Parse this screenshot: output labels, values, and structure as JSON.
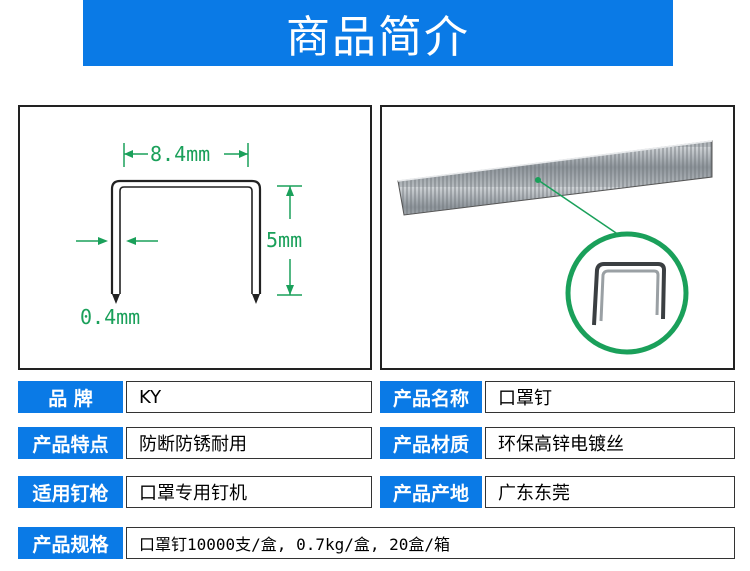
{
  "title": "商品简介",
  "diagram": {
    "width_label": "8.4mm",
    "height_label": "5mm",
    "wire_label": "0.4mm"
  },
  "specs": {
    "brand": {
      "label": "品  牌",
      "value": "KY"
    },
    "product_name": {
      "label": "产品名称",
      "value": "口罩钉"
    },
    "feature": {
      "label": "产品特点",
      "value": "防断防锈耐用"
    },
    "material": {
      "label": "产品材质",
      "value": "环保高锌电镀丝"
    },
    "gun": {
      "label": "适用钉枪",
      "value": "口罩专用钉机"
    },
    "origin": {
      "label": "产品产地",
      "value": "广东东莞"
    },
    "size": {
      "label": "产品规格",
      "value": "口罩钉10000支/盒, 0.7kg/盒, 20盒/箱"
    }
  },
  "colors": {
    "accent": "#0a7ae6",
    "dimension": "#1aa05a"
  }
}
